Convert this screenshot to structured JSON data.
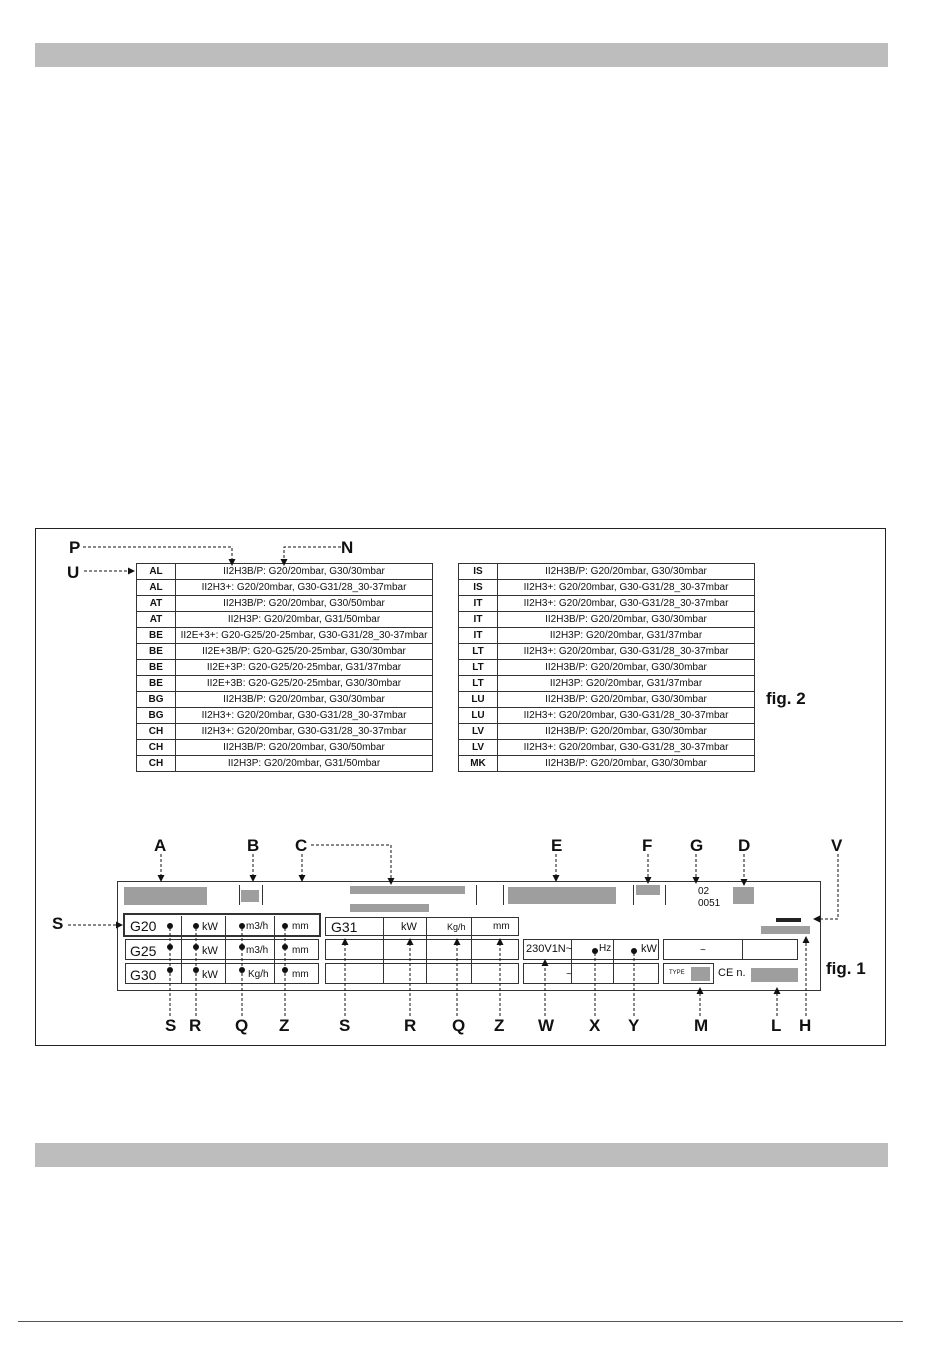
{
  "figure": {
    "fig2_label": "fig. 2",
    "fig1_label": "fig. 1",
    "gas_table_left": [
      {
        "code": "AL",
        "spec": "II2H3B/P: G20/20mbar, G30/30mbar"
      },
      {
        "code": "AL",
        "spec": "II2H3+: G20/20mbar, G30-G31/28_30-37mbar"
      },
      {
        "code": "AT",
        "spec": "II2H3B/P: G20/20mbar, G30/50mbar"
      },
      {
        "code": "AT",
        "spec": "II2H3P: G20/20mbar, G31/50mbar"
      },
      {
        "code": "BE",
        "spec": "II2E+3+: G20-G25/20-25mbar, G30-G31/28_30-37mbar"
      },
      {
        "code": "BE",
        "spec": "II2E+3B/P: G20-G25/20-25mbar, G30/30mbar"
      },
      {
        "code": "BE",
        "spec": "II2E+3P: G20-G25/20-25mbar, G31/37mbar"
      },
      {
        "code": "BE",
        "spec": "II2E+3B: G20-G25/20-25mbar, G30/30mbar"
      },
      {
        "code": "BG",
        "spec": "II2H3B/P: G20/20mbar, G30/30mbar"
      },
      {
        "code": "BG",
        "spec": "II2H3+: G20/20mbar, G30-G31/28_30-37mbar"
      },
      {
        "code": "CH",
        "spec": "II2H3+: G20/20mbar, G30-G31/28_30-37mbar"
      },
      {
        "code": "CH",
        "spec": "II2H3B/P: G20/20mbar, G30/50mbar"
      },
      {
        "code": "CH",
        "spec": "II2H3P: G20/20mbar, G31/50mbar"
      }
    ],
    "gas_table_right": [
      {
        "code": "IS",
        "spec": "II2H3B/P: G20/20mbar, G30/30mbar"
      },
      {
        "code": "IS",
        "spec": "II2H3+: G20/20mbar, G30-G31/28_30-37mbar"
      },
      {
        "code": "IT",
        "spec": "II2H3+: G20/20mbar, G30-G31/28_30-37mbar"
      },
      {
        "code": "IT",
        "spec": "II2H3B/P: G20/20mbar, G30/30mbar"
      },
      {
        "code": "IT",
        "spec": "II2H3P: G20/20mbar, G31/37mbar"
      },
      {
        "code": "LT",
        "spec": "II2H3+: G20/20mbar, G30-G31/28_30-37mbar"
      },
      {
        "code": "LT",
        "spec": "II2H3B/P: G20/20mbar, G30/30mbar"
      },
      {
        "code": "LT",
        "spec": "II2H3P: G20/20mbar, G31/37mbar"
      },
      {
        "code": "LU",
        "spec": "II2H3B/P: G20/20mbar, G30/30mbar"
      },
      {
        "code": "LU",
        "spec": "II2H3+: G20/20mbar, G30-G31/28_30-37mbar"
      },
      {
        "code": "LV",
        "spec": "II2H3B/P: G20/20mbar, G30/30mbar"
      },
      {
        "code": "LV",
        "spec": "II2H3+: G20/20mbar, G30-G31/28_30-37mbar"
      },
      {
        "code": "MK",
        "spec": "II2H3B/P: G20/20mbar, G30/30mbar"
      }
    ],
    "fig2_callouts": {
      "p": "P",
      "n": "N",
      "u": "U"
    },
    "top_letters": {
      "a": "A",
      "b": "B",
      "c": "C",
      "e": "E",
      "f": "F",
      "g": "G",
      "d": "D",
      "v": "V"
    },
    "left_letter": "S",
    "bottom_letters": {
      "s1": "S",
      "r1": "R",
      "q1": "Q",
      "z1": "Z",
      "s2": "S",
      "r2": "R",
      "q2": "Q",
      "z2": "Z",
      "w": "W",
      "x": "X",
      "y": "Y",
      "m": "M",
      "l": "L",
      "h": "H"
    },
    "plate": {
      "g_value_1": "02",
      "g_value_2": "0051",
      "rows": [
        {
          "gas": "G20",
          "unit_power": "kW",
          "unit_flow": "m3/h",
          "unit_pressure": "mm"
        },
        {
          "gas": "G25",
          "unit_power": "kW",
          "unit_flow": "m3/h",
          "unit_pressure": "mm"
        },
        {
          "gas": "G30",
          "unit_power": "kW",
          "unit_flow": "Kg/h",
          "unit_pressure": "mm"
        }
      ],
      "g31": {
        "gas": "G31",
        "unit_power": "kW",
        "unit_flow": "Kg/h",
        "unit_pressure": "mm"
      },
      "electrical": {
        "voltage": "230V1N~",
        "freq_unit": "Hz",
        "power_unit": "kW",
        "tilde": "~"
      },
      "right_tilde": "~",
      "type_label": "TYPE",
      "ce_label": "CE n."
    }
  }
}
